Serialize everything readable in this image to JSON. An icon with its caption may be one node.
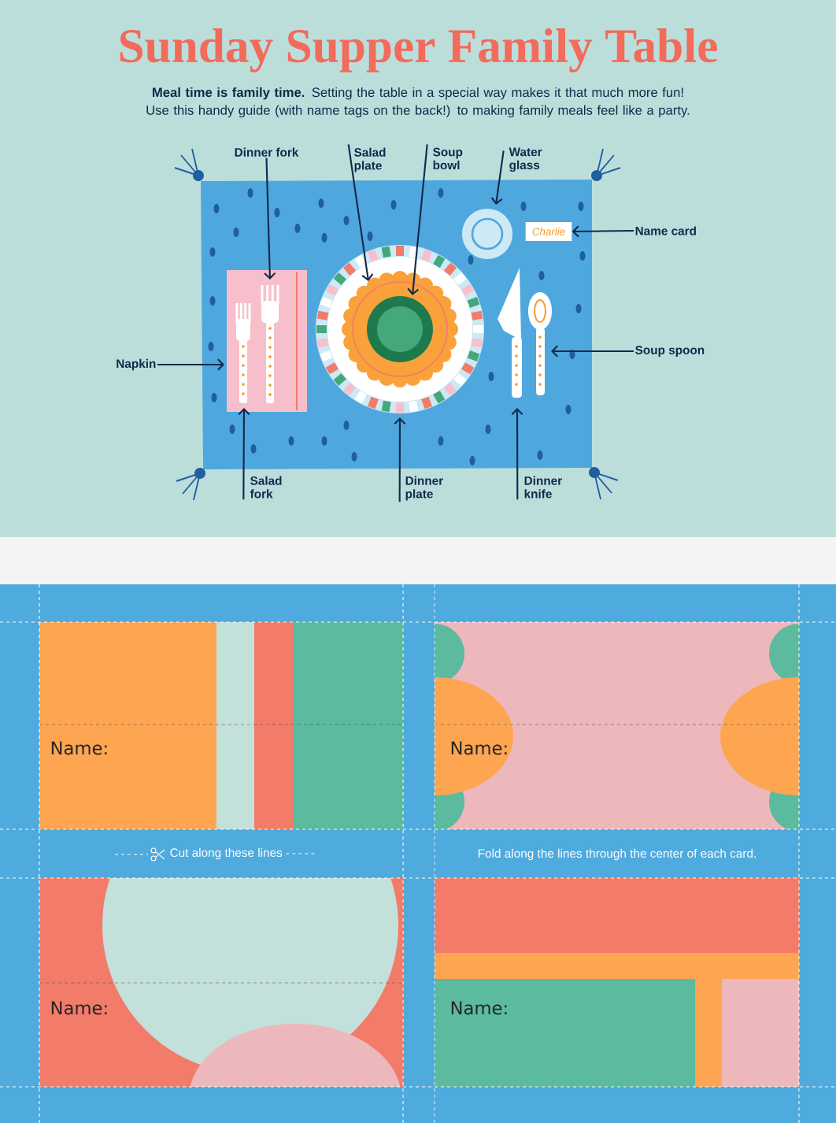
{
  "diagram": {
    "title": "Sunday Supper Family Table",
    "nodes": [
      {
        "text": [
          "Dinner fork"
        ]
      },
      {
        "text": [
          "Salad plate"
        ]
      },
      {
        "text": [
          "Soup bowl"
        ]
      },
      {
        "text": [
          "Water glass"
        ]
      },
      {
        "text": [
          "Name card"
        ]
      },
      {
        "text": [
          "Soup spoon"
        ]
      },
      {
        "text": [
          "Dinner knife"
        ]
      },
      {
        "text": [
          "Dinner plate"
        ]
      },
      {
        "text": [
          "Salad fork"
        ]
      },
      {
        "text": [
          "Napkin"
        ]
      },
      {
        "text": [
          "Charlie"
        ]
      },
      {
        "text": [
          "Name:"
        ]
      },
      {
        "text": [
          "Name:"
        ]
      },
      {
        "text": [
          "Name:"
        ]
      },
      {
        "text": [
          "Name:"
        ]
      }
    ],
    "edges": [
      {
        "from": 0,
        "to": null,
        "arrow": "to"
      },
      {
        "from": 1,
        "to": null,
        "arrow": "to"
      },
      {
        "from": 2,
        "to": null,
        "arrow": "to"
      },
      {
        "from": 3,
        "to": null,
        "arrow": "to"
      },
      {
        "from": 4,
        "to": 10,
        "arrow": "to"
      },
      {
        "from": 5,
        "to": null,
        "arrow": "to"
      },
      {
        "from": 6,
        "to": null,
        "arrow": "to"
      },
      {
        "from": 7,
        "to": null,
        "arrow": "to"
      },
      {
        "from": 8,
        "to": null,
        "arrow": "to"
      },
      {
        "from": 9,
        "to": null,
        "arrow": "to"
      }
    ],
    "labels": [
      "**Meal time is family time.** Setting the table in a special way makes it that much more fun! Use this handy guide (with name tags on the back!) to making family meals feel like a party.",
      "Cut along these lines",
      "Fold along the lines through the center of each card."
    ]
  }
}
